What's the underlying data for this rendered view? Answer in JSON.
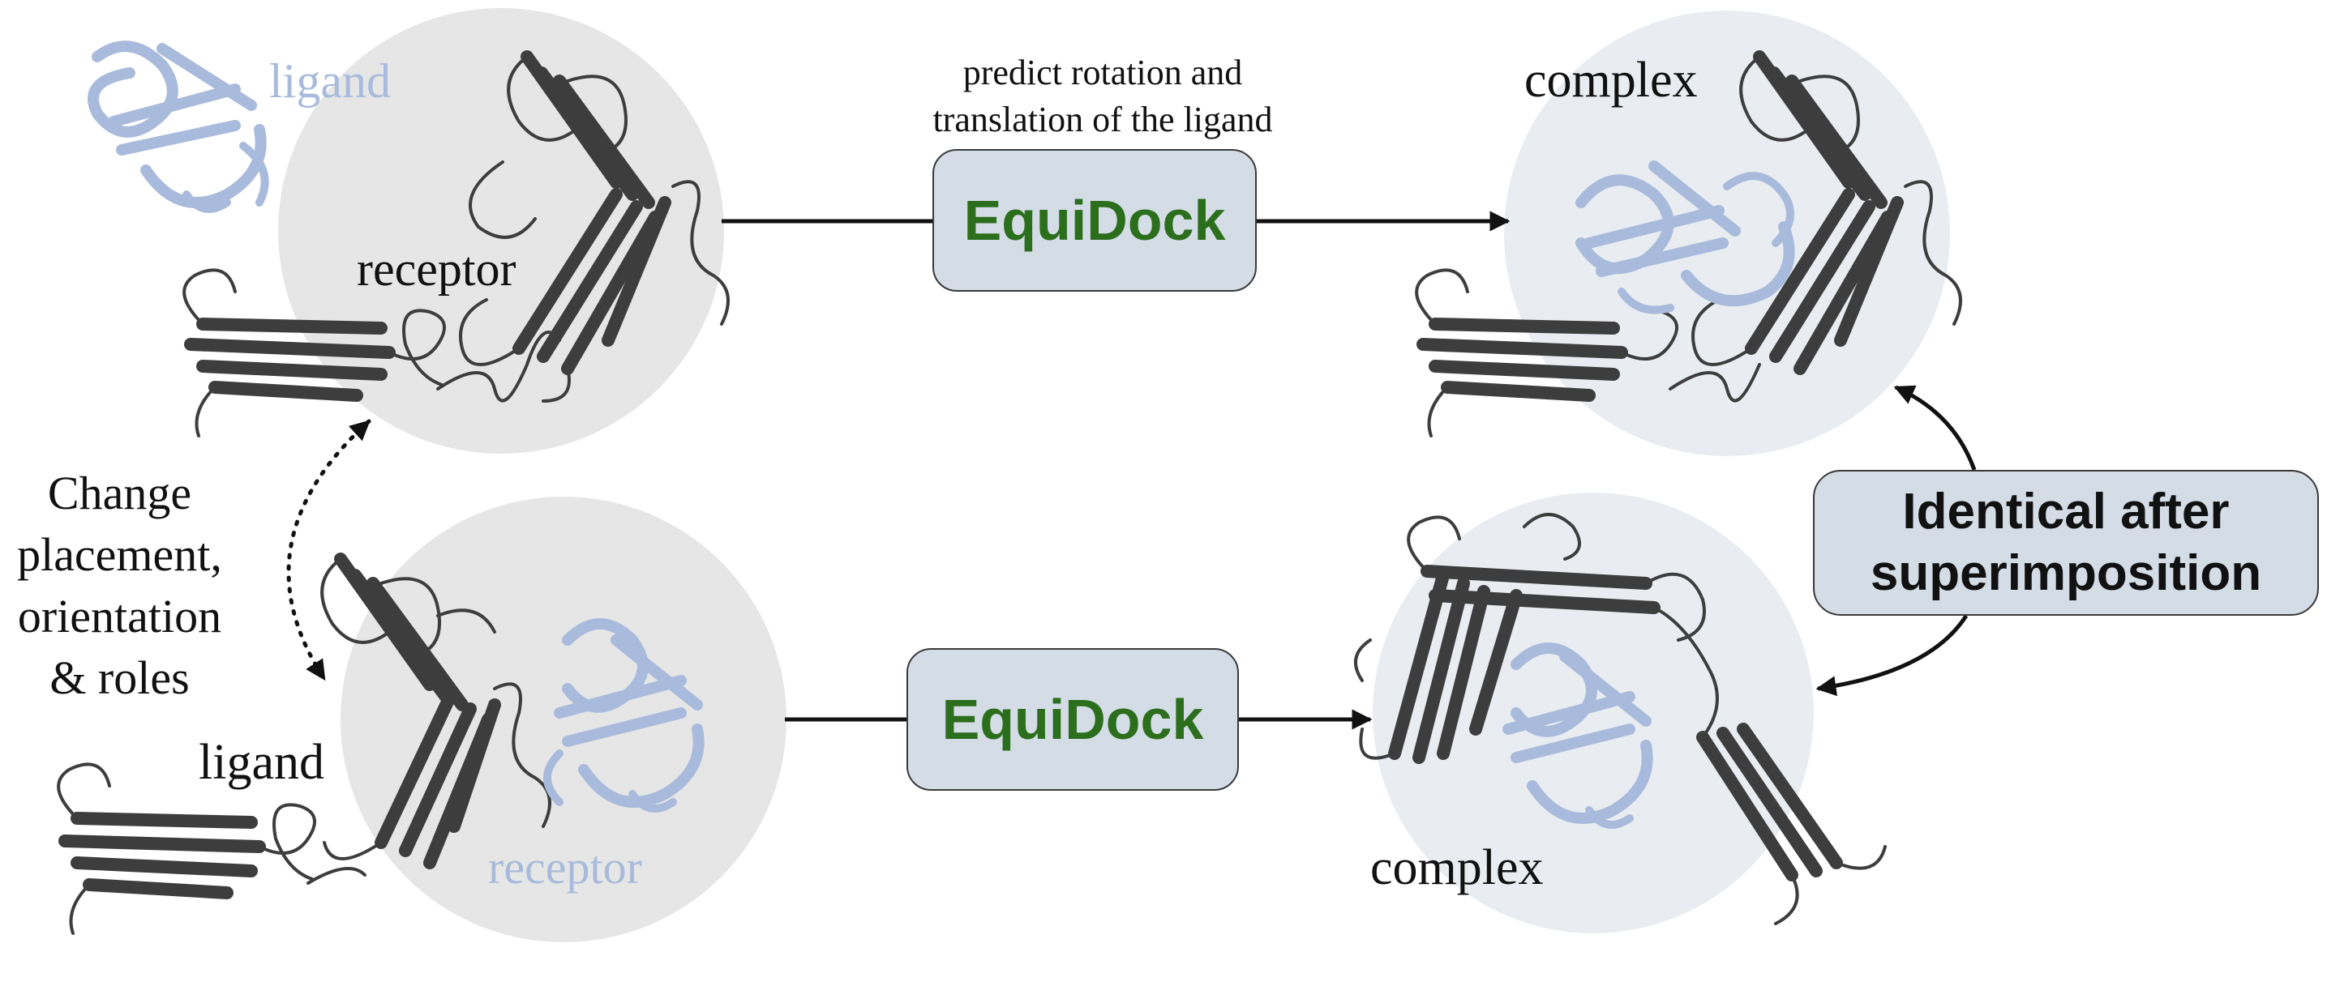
{
  "top_row": {
    "ligand_label": "ligand",
    "receptor_label": "receptor",
    "caption_line1": "predict rotation and",
    "caption_line2": "translation of the ligand",
    "model_label": "EquiDock",
    "complex_label": "complex"
  },
  "bottom_row": {
    "ligand_label": "ligand",
    "receptor_label": "receptor",
    "model_label": "EquiDock",
    "complex_label": "complex"
  },
  "side_note": {
    "line1": "Change",
    "line2": "placement,",
    "line3": "orientation",
    "line4": "& roles"
  },
  "identical_box": {
    "line1": "Identical after",
    "line2": "superimposition"
  },
  "colors": {
    "circle_fill": "#e6e6e6",
    "circle_fill_right": "#e9edf1",
    "dark_protein": "#3d3d3d",
    "light_protein": "#a9bbdc",
    "model_text": "#2b6e1c",
    "box_fill": "#d4dce6"
  },
  "icons": [
    "dark-protein-cartoon",
    "light-protein-cartoon",
    "arrow-right",
    "dotted-double-arrow",
    "curved-arrow"
  ]
}
